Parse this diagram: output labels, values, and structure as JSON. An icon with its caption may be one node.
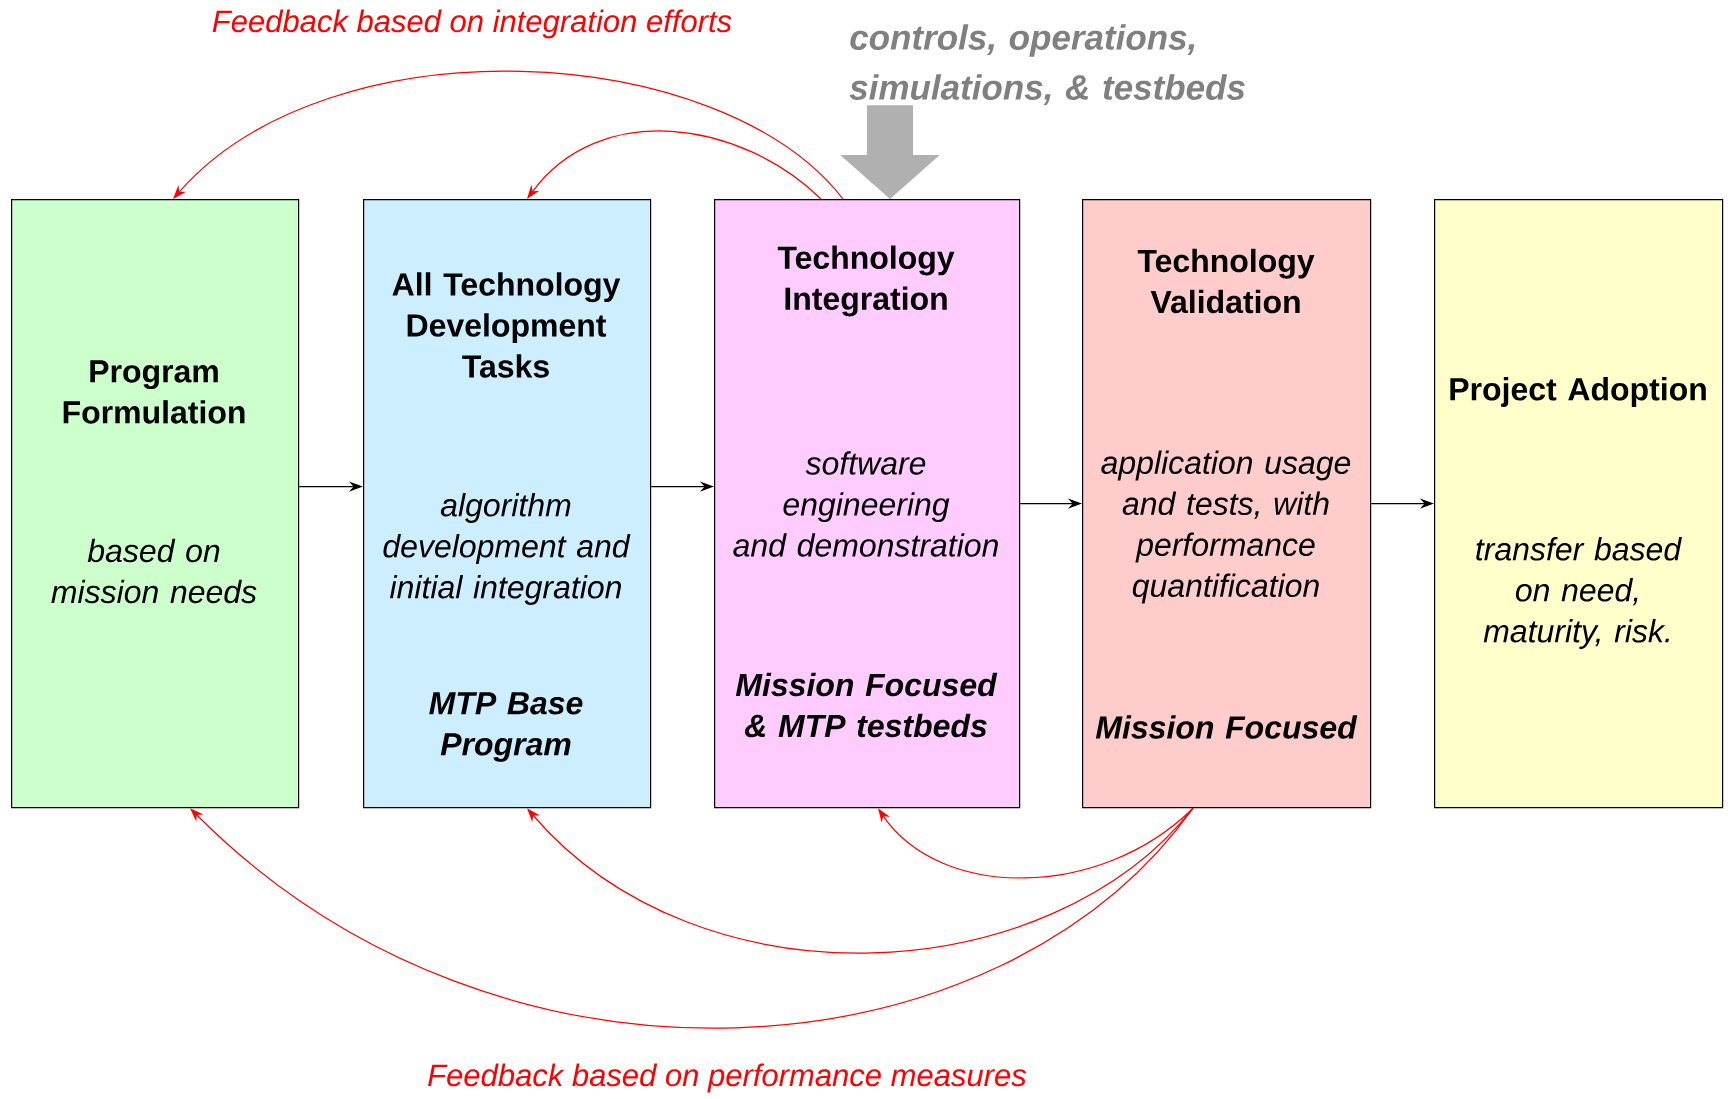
{
  "diagram": {
    "nodes": [
      {
        "text": [
          "Program Formulation",
          "based on mission needs"
        ]
      },
      {
        "text": [
          "All Technology Development Tasks",
          "algorithm development and initial integration",
          "MTP Base Program"
        ]
      },
      {
        "text": [
          "Technology Integration",
          "software engineering and demonstration",
          "Mission Focused & MTP testbeds"
        ]
      },
      {
        "text": [
          "Technology Validation",
          "application usage and tests, with performance quantification",
          "Mission Focused"
        ]
      },
      {
        "text": [
          "Project Adoption",
          "transfer based on need, maturity, risk."
        ]
      },
      {
        "text": [
          "controls, operations, simulations, & testbeds"
        ]
      }
    ],
    "edges": [
      {
        "from": 0,
        "to": 1,
        "arrow": "to",
        "color": "#000000"
      },
      {
        "from": 1,
        "to": 2,
        "arrow": "to",
        "color": "#000000"
      },
      {
        "from": 2,
        "to": 3,
        "arrow": "to",
        "color": "#000000"
      },
      {
        "from": 3,
        "to": 4,
        "arrow": "to",
        "color": "#000000"
      },
      {
        "from": 5,
        "to": 2,
        "arrow": "to",
        "style": "thick",
        "color": "#b0b0b0"
      },
      {
        "from": 2,
        "to": 0,
        "arrow": "to",
        "color": "#ff0000"
      },
      {
        "from": 2,
        "to": 1,
        "arrow": "to",
        "color": "#ff0000"
      },
      {
        "from": 3,
        "to": 2,
        "arrow": "to",
        "color": "#ff0000"
      },
      {
        "from": 3,
        "to": 1,
        "arrow": "to",
        "color": "#ff0000"
      },
      {
        "from": 3,
        "to": 0,
        "arrow": "to",
        "color": "#ff0000"
      }
    ],
    "labels": [
      "Feedback based on integration efforts",
      "Feedback based on performance measures"
    ]
  }
}
